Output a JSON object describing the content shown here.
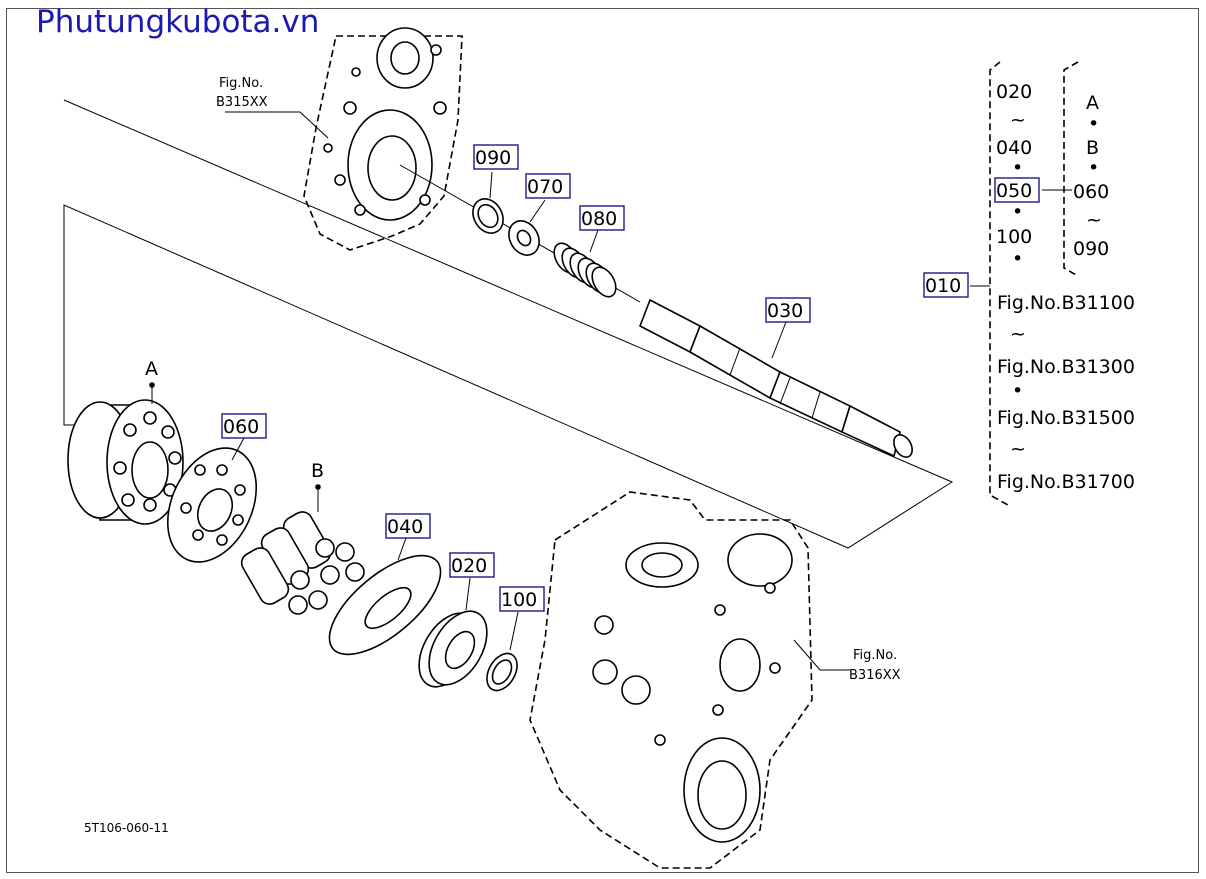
{
  "watermark": "Phutungkubota.vn",
  "drawing_code": "5T106-060-11",
  "refs": {
    "upper": {
      "line1": "Fig.No.",
      "line2": "B315XX"
    },
    "lower": {
      "line1": "Fig.No.",
      "line2": "B316XX"
    }
  },
  "letters": {
    "a": "A",
    "b": "B"
  },
  "callouts": {
    "c090": "090",
    "c070": "070",
    "c080": "080",
    "c030": "030",
    "c060": "060",
    "c040": "040",
    "c020": "020",
    "c100": "100"
  },
  "legend": {
    "col1": [
      "020",
      "~",
      "040",
      "•",
      "050",
      "•",
      "100",
      "•"
    ],
    "col2": [
      "A",
      "•",
      "B",
      "•",
      "060",
      "~",
      "090"
    ],
    "main": "010",
    "figs": [
      "Fig.No.B31100",
      "~",
      "Fig.No.B31300",
      "•",
      "Fig.No.B31500",
      "~",
      "Fig.No.B31700"
    ]
  }
}
